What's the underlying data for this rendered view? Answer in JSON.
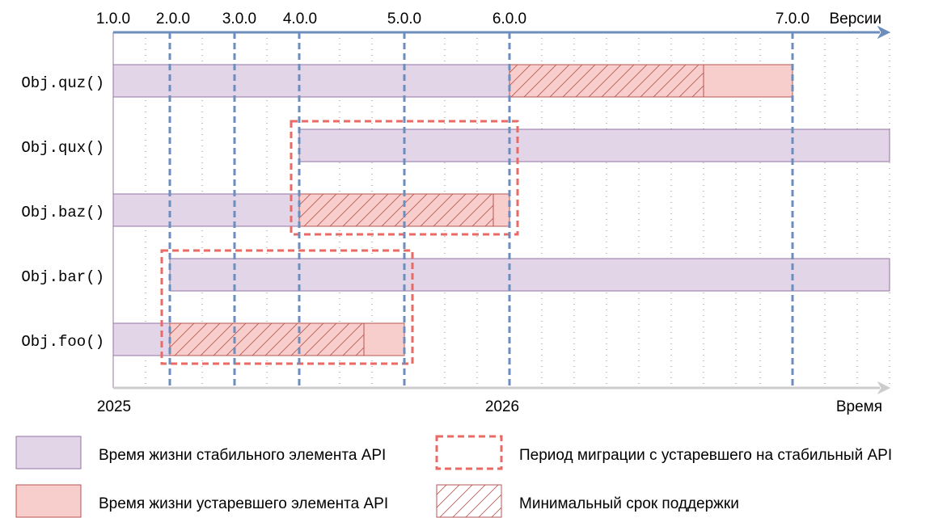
{
  "version_axis": {
    "label": "Версии",
    "versions": [
      "1.0.0",
      "2.0.0",
      "3.0.0",
      "4.0.0",
      "5.0.0",
      "6.0.0",
      "7.0.0"
    ]
  },
  "time_axis": {
    "label": "Время",
    "years": [
      "2025",
      "2026"
    ]
  },
  "rows": [
    {
      "name": "Obj.quz()"
    },
    {
      "name": "Obj.qux()"
    },
    {
      "name": "Obj.baz()"
    },
    {
      "name": "Obj.bar()"
    },
    {
      "name": "Obj.foo()"
    }
  ],
  "legend": {
    "stable": "Время жизни стабильного элемента API",
    "deprecated": "Время жизни устаревшего элемента API",
    "migration": "Период миграции с устаревшего на стабильный API",
    "support": "Минимальный срок поддержки"
  },
  "colors": {
    "stable_fill": "#e1d5e7",
    "stable_stroke": "#9673a6",
    "deprecated_fill": "#f8cecc",
    "deprecated_stroke": "#b85450",
    "migration_stroke": "#ea6b66",
    "version_line": "#6c8ebf",
    "time_axis": "#cccccc"
  }
}
